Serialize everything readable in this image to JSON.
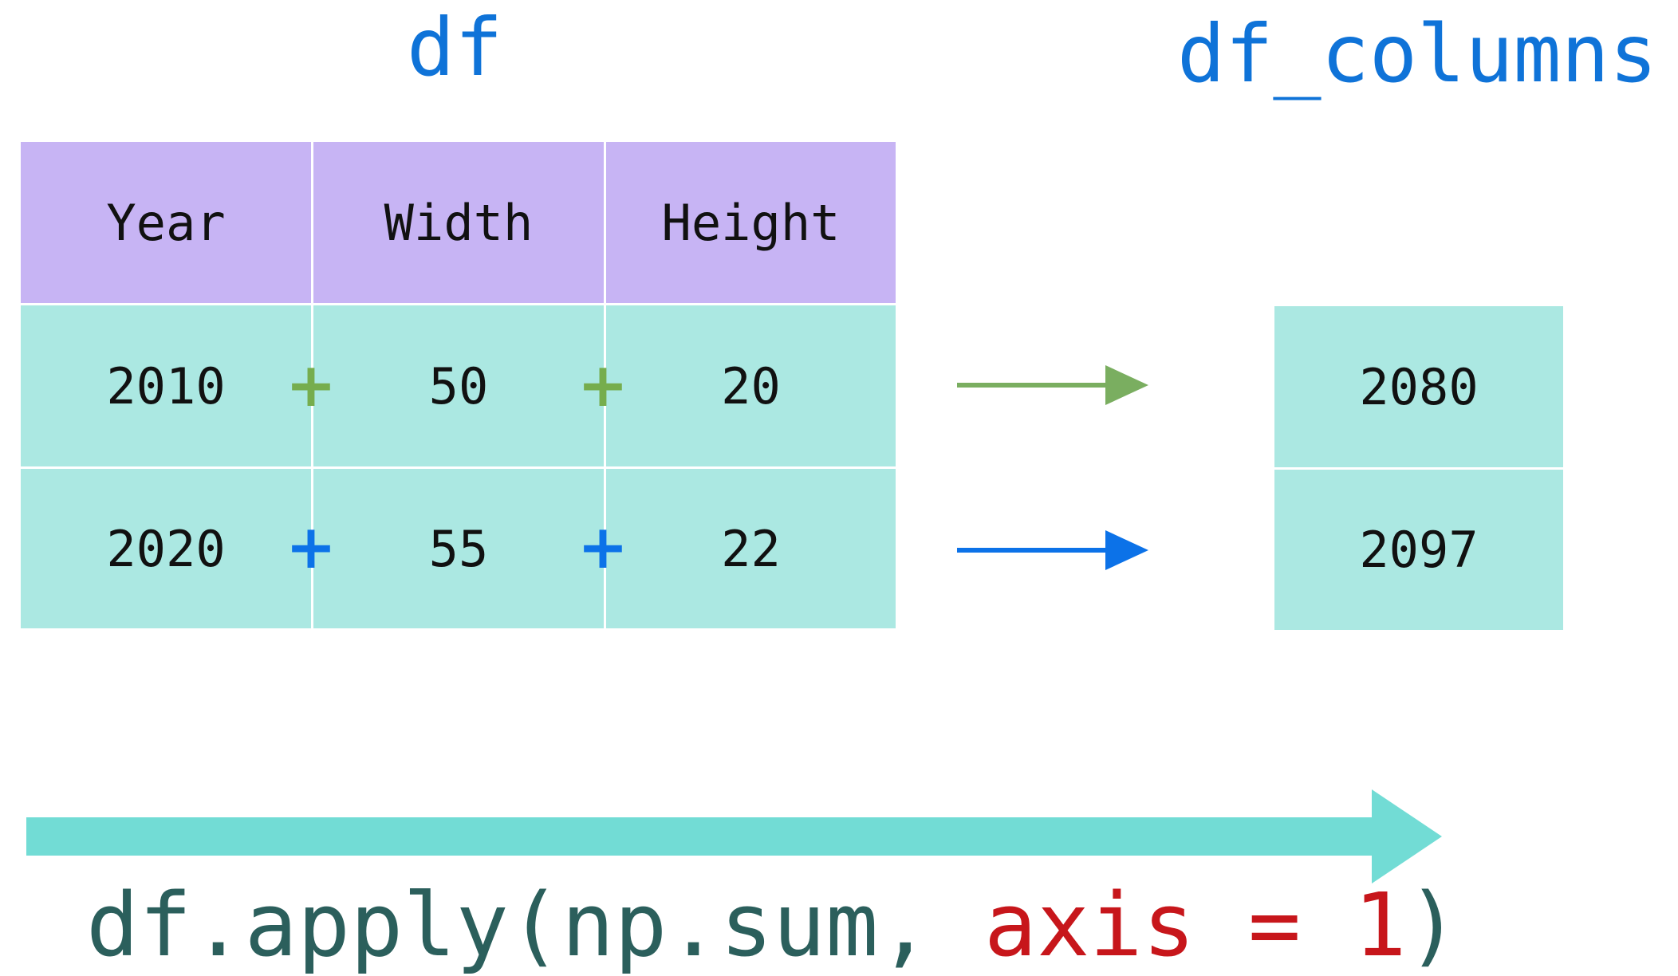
{
  "titles": {
    "df": "df",
    "df_columns": "df_columns"
  },
  "table": {
    "headers": [
      "Year",
      "Width",
      "Height"
    ],
    "rows": [
      [
        "2010",
        "50",
        "20"
      ],
      [
        "2020",
        "55",
        "22"
      ]
    ]
  },
  "operators": {
    "plus": "+",
    "row1_color": "#76ad4d",
    "row2_color": "#0c72e8"
  },
  "result": {
    "values": [
      "2080",
      "2097"
    ]
  },
  "code": {
    "prefix": "df.apply(np.sum, ",
    "argument": "axis = 1",
    "suffix": ")"
  },
  "colors": {
    "title": "#0f73d8",
    "header_fill": "#c7b4f4",
    "cell_fill": "#abe8e2",
    "axis_arrow": "#72dcd5",
    "code_text": "#2b5f5c",
    "code_argument": "#c7161b"
  }
}
